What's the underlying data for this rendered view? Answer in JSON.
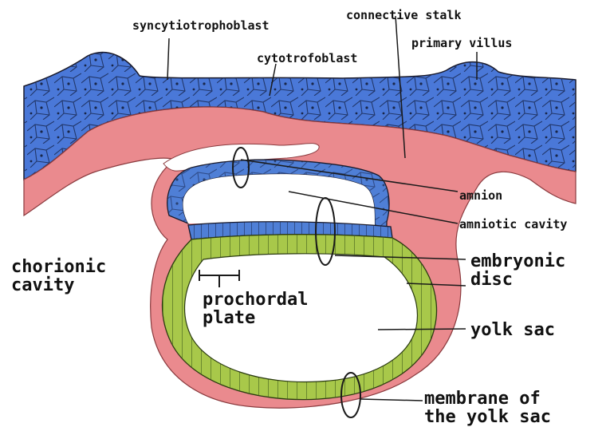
{
  "labels": {
    "syncytiotrophoblast": "syncytiotrophoblast",
    "connective_stalk": "connective stalk",
    "primary_villus": "primary villus",
    "cytotrofoblast": "cytotrofoblast",
    "amnion": "amnion",
    "amniotic_cavity": "amniotic cavity",
    "chorionic_cavity": "chorionic\ncavity",
    "embryonic_disc": "embryonic\ndisc",
    "prochordal_plate": "prochordal\nplate",
    "yolk_sac": "yolk sac",
    "membrane_of_yolk_sac": "membrane of\nthe yolk sac"
  },
  "colors": {
    "trophoblast_blue": "#4a78d8",
    "mesoderm_pink": "#ea8a8e",
    "endoderm_green": "#a8c84a",
    "epiblast_blue": "#4f7fd6",
    "outline": "#1a1a2a"
  }
}
